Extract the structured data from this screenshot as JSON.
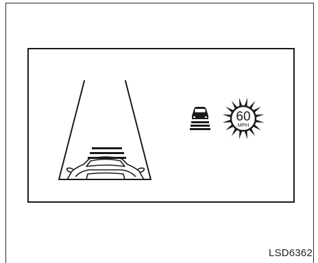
{
  "figure": {
    "code": "LSD6362",
    "speed_sign": {
      "value": "60",
      "unit": "MPH"
    }
  },
  "icons": {
    "road_view": "road-lane-icon",
    "own_vehicle": "own-vehicle-icon",
    "lead_vehicle": "lead-vehicle-icon",
    "speed_sign": "flashing-speed-sign-icon"
  },
  "colors": {
    "line": "#1a1a1a",
    "background": "#ffffff"
  }
}
